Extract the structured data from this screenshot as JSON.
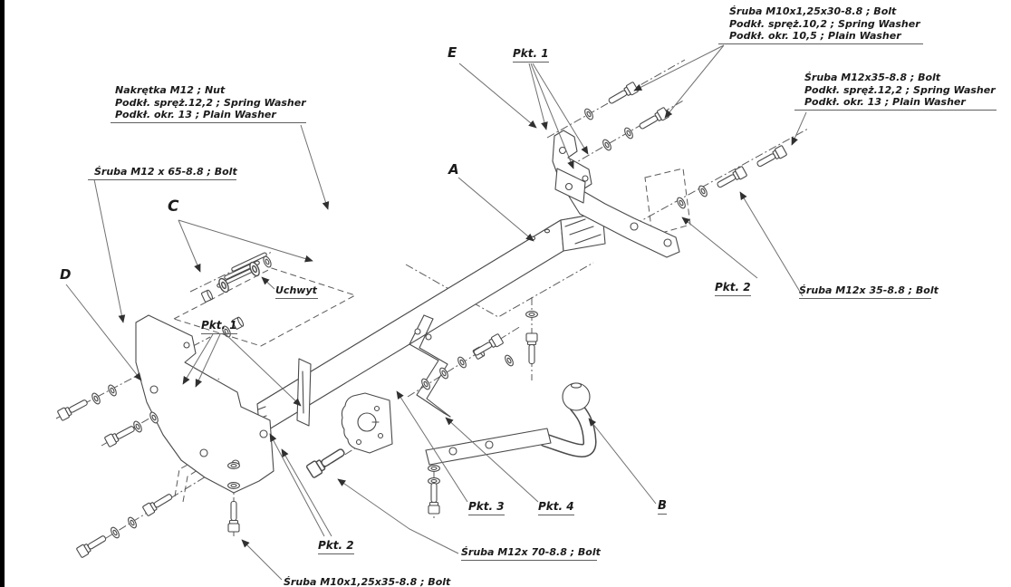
{
  "figure": {
    "kind": "exploded assembly drawing",
    "subject": "tow bar (hak holowniczy) mounting diagram",
    "languages": "Polish / English",
    "colors": {
      "background": "#ffffff",
      "line": "#4a4a4a",
      "text": "#1b1b1b",
      "edge_bar": "#000000"
    }
  },
  "parts": {
    "a": "A",
    "b": "B",
    "c": "C",
    "d": "D",
    "e": "E"
  },
  "points": {
    "p1": "Pkt. 1",
    "p2": "Pkt. 2",
    "p3": "Pkt. 3",
    "p4": "Pkt. 4"
  },
  "callouts": {
    "m10x30": {
      "l1": "Śruba M10x1,25x30-8.8 ;  Bolt",
      "l2": "Podkł. spręż.10,2 ; Spring Washer",
      "l3": "Podkł. okr. 10,5 ; Plain Washer"
    },
    "m12x35_set": {
      "l1": "Śruba M12x35-8.8 ;  Bolt",
      "l2": "Podkł. spręż.12,2 ; Spring Washer",
      "l3": "Podkł. okr. 13 ; Plain Washer"
    },
    "nut_m12": {
      "l1": "Nakrętka  M12 ; Nut",
      "l2": "Podkł. spręż.12,2 ; Spring Washer",
      "l3": "Podkł. okr. 13 ; Plain Washer"
    },
    "m12x65": "Śruba M12 x 65-8.8 ;  Bolt",
    "m12x35": "Śruba M12x 35-8.8 ; Bolt",
    "m12x70": "Śruba M12x 70-8.8 ; Bolt",
    "m10x35": "Śruba M10x1,25x35-8.8 ;  Bolt",
    "uchwyt": "Uchwyt"
  }
}
